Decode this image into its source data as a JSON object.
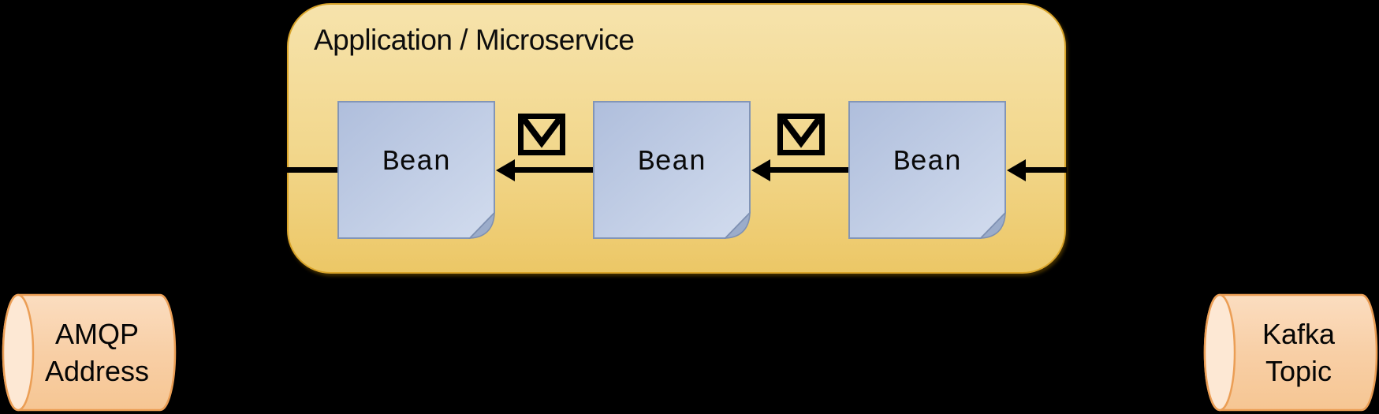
{
  "container": {
    "title": "Application / Microservice"
  },
  "beans": [
    {
      "label": "Bean"
    },
    {
      "label": "Bean"
    },
    {
      "label": "Bean"
    }
  ],
  "message_icons": [
    {
      "name": "message-envelope-icon"
    },
    {
      "name": "message-envelope-icon"
    }
  ],
  "flow": {
    "direction": "right-to-left",
    "arrow_count": 4
  },
  "cylinders": [
    {
      "id": "amqp-address",
      "line1": "AMQP",
      "line2": "Address"
    },
    {
      "id": "kafka-topic",
      "line1": "Kafka",
      "line2": "Topic"
    }
  ],
  "colors": {
    "background": "#000000",
    "container_fill_top": "#F6E3AC",
    "container_fill_bottom": "#ECC766",
    "container_border": "#D9A42A",
    "bean_fill_light": "#D2DCEE",
    "bean_fill_dark": "#AFBEDC",
    "bean_border": "#8295B7",
    "bean_fold": "#9BACCA",
    "cylinder_fill_top": "#FBDDC0",
    "cylinder_fill_bottom": "#F6C693",
    "cylinder_cap": "#FDE8D4",
    "cylinder_border": "#EB9E55",
    "arrow": "#000000",
    "text": "#0a0a0a"
  }
}
